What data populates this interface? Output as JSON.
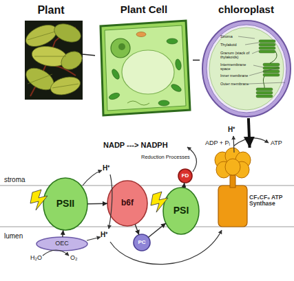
{
  "diagram": {
    "nodes": [
      {
        "text": [
          "Plant"
        ]
      },
      {
        "text": [
          "Plant Cell"
        ]
      },
      {
        "text": [
          "chloroplast"
        ]
      },
      {
        "text": [
          "PSII"
        ]
      },
      {
        "text": [
          "OEC"
        ]
      },
      {
        "text": [
          "b6f"
        ]
      },
      {
        "text": [
          "PC"
        ]
      },
      {
        "text": [
          "FD"
        ]
      },
      {
        "text": [
          "PSI"
        ]
      },
      {
        "text": [
          "CF₁CF₀ ATP Synthase"
        ]
      }
    ],
    "edges": [
      {
        "from": 0,
        "to": 1,
        "arrow": "none"
      },
      {
        "from": 1,
        "to": 2,
        "arrow": "none"
      },
      {
        "from": 2,
        "to": 9,
        "arrow": "to"
      },
      {
        "from": 4,
        "to": 3,
        "arrow": "to"
      },
      {
        "from": 3,
        "to": 5,
        "arrow": "to"
      },
      {
        "from": 5,
        "to": 6,
        "arrow": "to"
      },
      {
        "from": 6,
        "to": 8,
        "arrow": "to"
      },
      {
        "from": 8,
        "to": 7,
        "arrow": "to"
      }
    ],
    "labels": [
      "Stroma",
      "Thylakoid",
      "Granum (stack of thylakoids)",
      "Intermembrane space",
      "Inner membrane",
      "Outer membrane",
      "H⁺",
      "NADP ---> NADPH",
      "ADP + Pᵢ",
      "ATP",
      "Reduction Processes",
      "stroma",
      "H⁺",
      "H⁺",
      "lumen",
      "H₂O",
      "O₂"
    ]
  }
}
